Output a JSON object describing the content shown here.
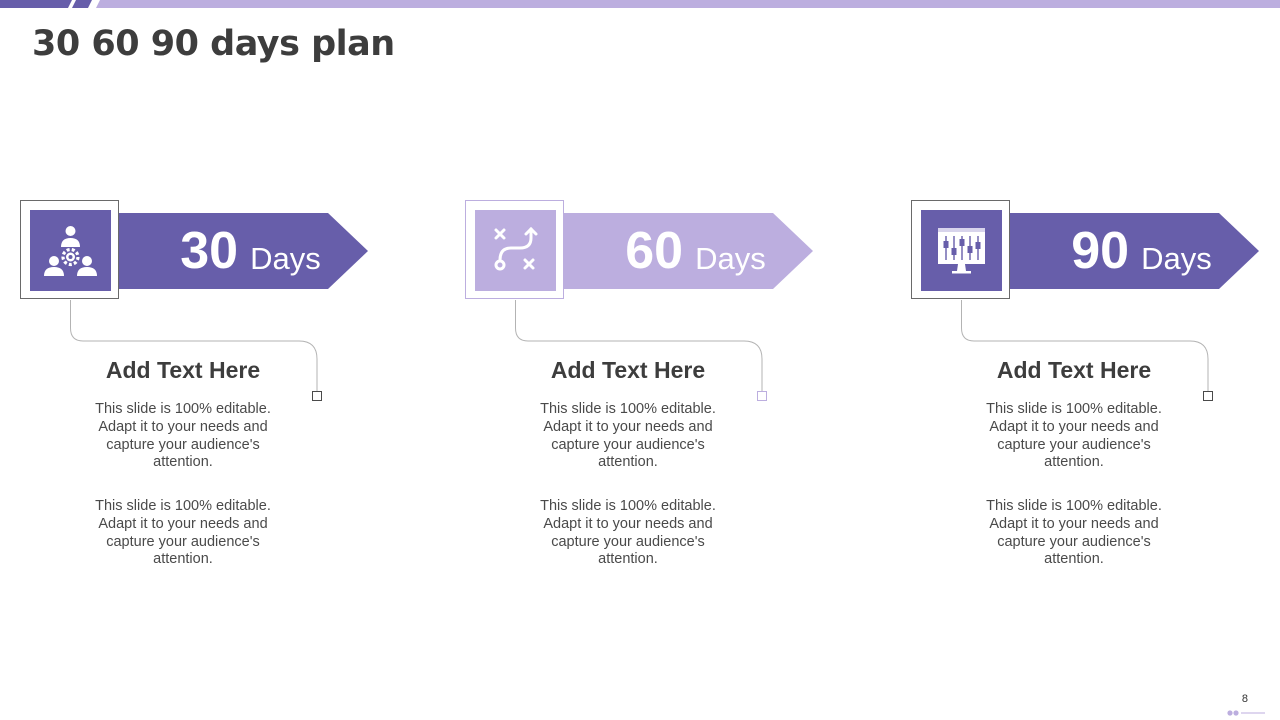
{
  "colors": {
    "primary": "#675eaa",
    "light": "#bcaedf",
    "text": "#3d3d3d"
  },
  "slide": {
    "title": "30 60 90 days plan",
    "page_number": "8"
  },
  "phases": [
    {
      "number": "30",
      "unit": "Days",
      "icon": "team-gear-icon",
      "color": "#675eaa",
      "heading": "Add Text Here",
      "paragraph_1": "This slide is 100% editable. Adapt it to your needs and capture your audience's attention.",
      "paragraph_2": "This slide is 100% editable. Adapt it to your needs and capture your audience's attention."
    },
    {
      "number": "60",
      "unit": "Days",
      "icon": "strategy-path-icon",
      "color": "#bcaedf",
      "heading": "Add Text Here",
      "paragraph_1": "This slide is 100% editable. Adapt it to your needs and capture your audience's attention.",
      "paragraph_2": "This slide is 100% editable. Adapt it to your needs and capture your audience's attention."
    },
    {
      "number": "90",
      "unit": "Days",
      "icon": "monitor-sliders-icon",
      "color": "#675eaa",
      "heading": "Add Text Here",
      "paragraph_1": "This slide is 100% editable. Adapt it to your needs and capture your audience's attention.",
      "paragraph_2": "This slide is 100% editable. Adapt it to your needs and capture your audience's attention."
    }
  ]
}
